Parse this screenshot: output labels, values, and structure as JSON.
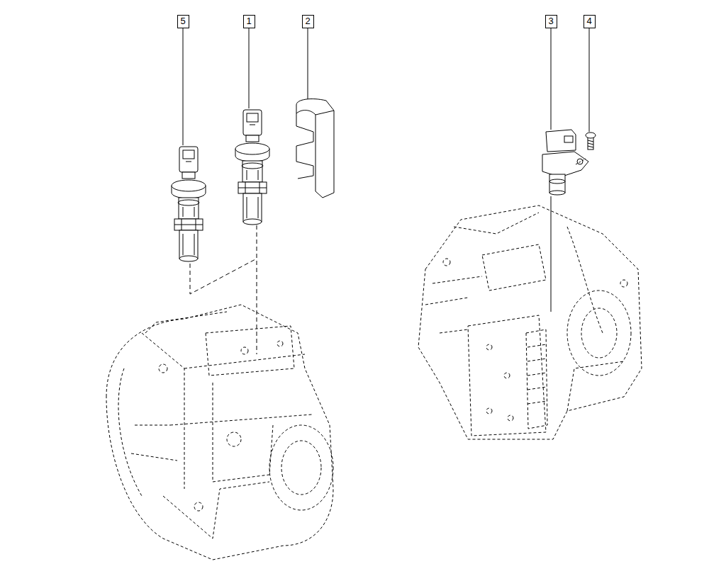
{
  "diagram": {
    "labels": [
      "5",
      "1",
      "2",
      "3",
      "4"
    ]
  }
}
